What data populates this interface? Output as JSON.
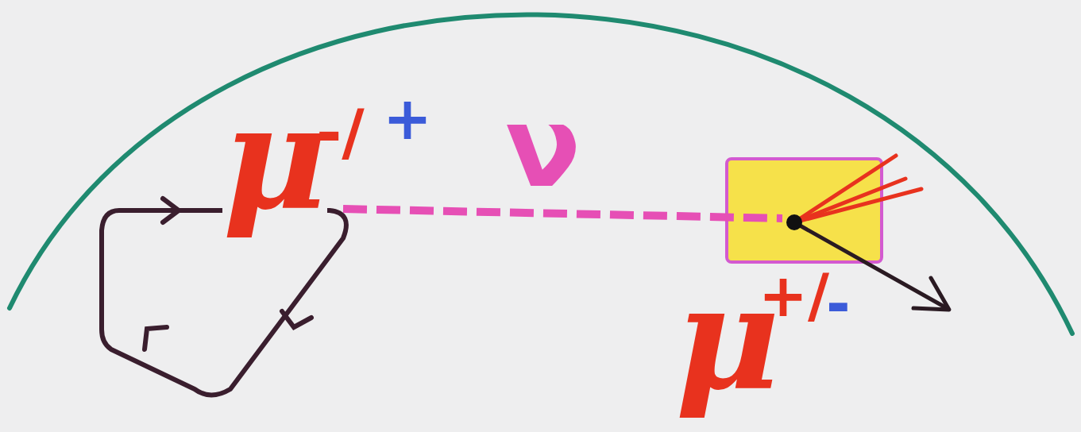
{
  "diagram": {
    "labels": [
      "μ",
      "-/",
      "+",
      "ν",
      "μ",
      "+/",
      "-"
    ]
  }
}
